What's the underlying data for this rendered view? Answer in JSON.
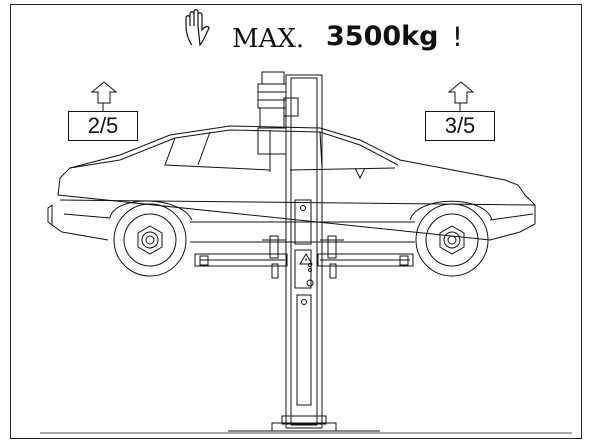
{
  "header": {
    "max_label": "MAX.",
    "max_value": "3500kg",
    "exclamation": "!"
  },
  "loads": {
    "left_ratio": "2/5",
    "right_ratio": "3/5"
  },
  "colors": {
    "line": "#111111",
    "background": "#ffffff"
  },
  "icons": {
    "hand": "hand-stop-icon",
    "arrow": "up-arrow-icon",
    "warning": "warning-triangle-icon"
  }
}
